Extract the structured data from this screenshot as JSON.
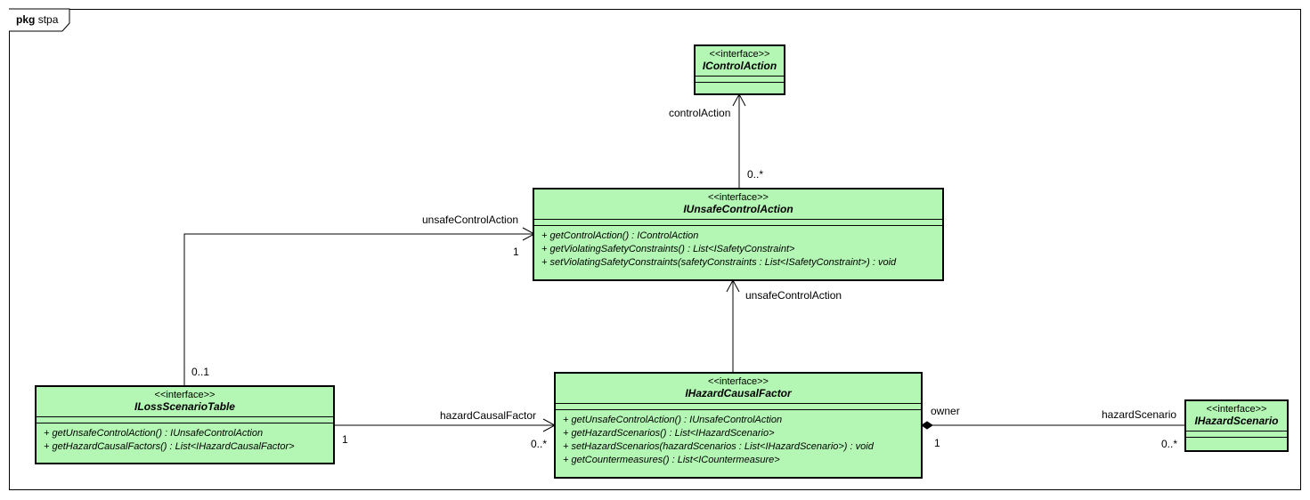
{
  "package": {
    "keyword": "pkg",
    "name": "stpa"
  },
  "classes": {
    "control_action": {
      "stereotype": "<<interface>>",
      "name": "IControlAction",
      "operations": []
    },
    "unsafe_control_action": {
      "stereotype": "<<interface>>",
      "name": "IUnsafeControlAction",
      "operations": [
        "+ getControlAction() : IControlAction",
        "+ getViolatingSafetyConstraints() : List<ISafetyConstraint>",
        "+ setViolatingSafetyConstraints(safetyConstraints : List<ISafetyConstraint>) : void"
      ]
    },
    "loss_scenario_table": {
      "stereotype": "<<interface>>",
      "name": "ILossScenarioTable",
      "operations": [
        "+ getUnsafeControlAction() : IUnsafeControlAction",
        "+ getHazardCausalFactors() : List<IHazardCausalFactor>"
      ]
    },
    "hazard_causal_factor": {
      "stereotype": "<<interface>>",
      "name": "IHazardCausalFactor",
      "operations": [
        "+ getUnsafeControlAction() : IUnsafeControlAction",
        "+ getHazardScenarios() : List<IHazardScenario>",
        "+ setHazardScenarios(hazardScenarios : List<IHazardScenario>) : void",
        "+ getCountermeasures() : List<ICountermeasure>"
      ]
    },
    "hazard_scenario": {
      "stereotype": "<<interface>>",
      "name": "IHazardScenario",
      "operations": []
    }
  },
  "associations": {
    "uca_to_control_action": {
      "role": "controlAction",
      "multiplicity": "0..*"
    },
    "table_to_uca": {
      "role": "unsafeControlAction",
      "target_multiplicity": "1",
      "source_multiplicity": "0..1"
    },
    "hcf_to_uca": {
      "role": "unsafeControlAction"
    },
    "table_to_hcf": {
      "role": "hazardCausalFactor",
      "source_multiplicity": "1",
      "target_multiplicity": "0..*"
    },
    "hcf_to_scenario": {
      "owner_role": "owner",
      "owner_multiplicity": "1",
      "role": "hazardScenario",
      "multiplicity": "0..*"
    }
  }
}
